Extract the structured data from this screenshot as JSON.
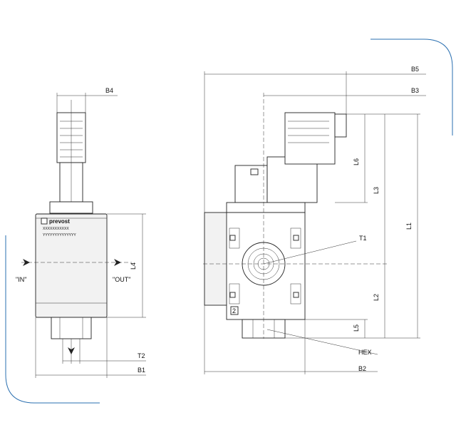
{
  "accent_color": "#2a6fb0",
  "left_view": {
    "brand": "prevost",
    "serial_1": "XXXXXXXXXXX",
    "serial_2": "YYYYYYYYYYYYYY",
    "in_label": "\"IN\"",
    "out_label": "\"OUT\"",
    "dims": {
      "b4": "B4",
      "l4": "L4",
      "t2": "T2",
      "b1": "B1"
    }
  },
  "right_view": {
    "badge": "2",
    "dims": {
      "b5": "B5",
      "b3": "B3",
      "l6": "L6",
      "l3": "L3",
      "l1": "L1",
      "t1": "T1",
      "l2": "L2",
      "l5": "L5",
      "hex": "HEX",
      "b2": "B2"
    }
  }
}
